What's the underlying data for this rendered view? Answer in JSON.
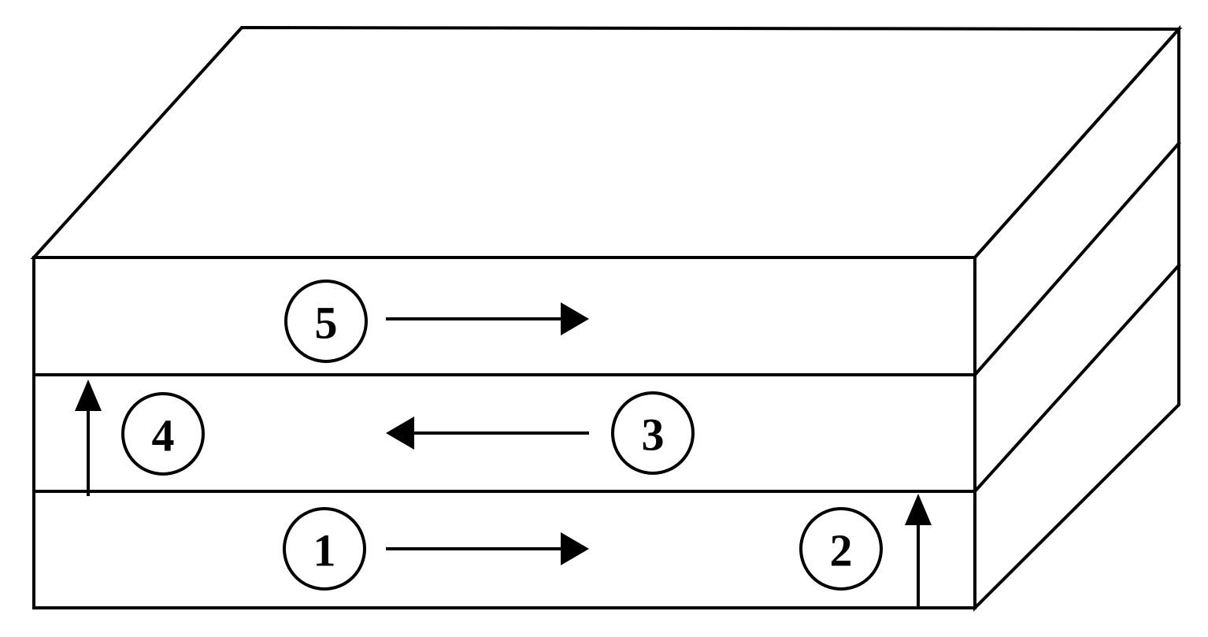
{
  "diagram": {
    "steps": [
      {
        "label": "1",
        "direction": "right"
      },
      {
        "label": "2",
        "direction": "up"
      },
      {
        "label": "3",
        "direction": "left"
      },
      {
        "label": "4",
        "direction": "up"
      },
      {
        "label": "5",
        "direction": "right"
      }
    ],
    "colors": {
      "stroke": "#000000",
      "background": "#ffffff"
    }
  }
}
